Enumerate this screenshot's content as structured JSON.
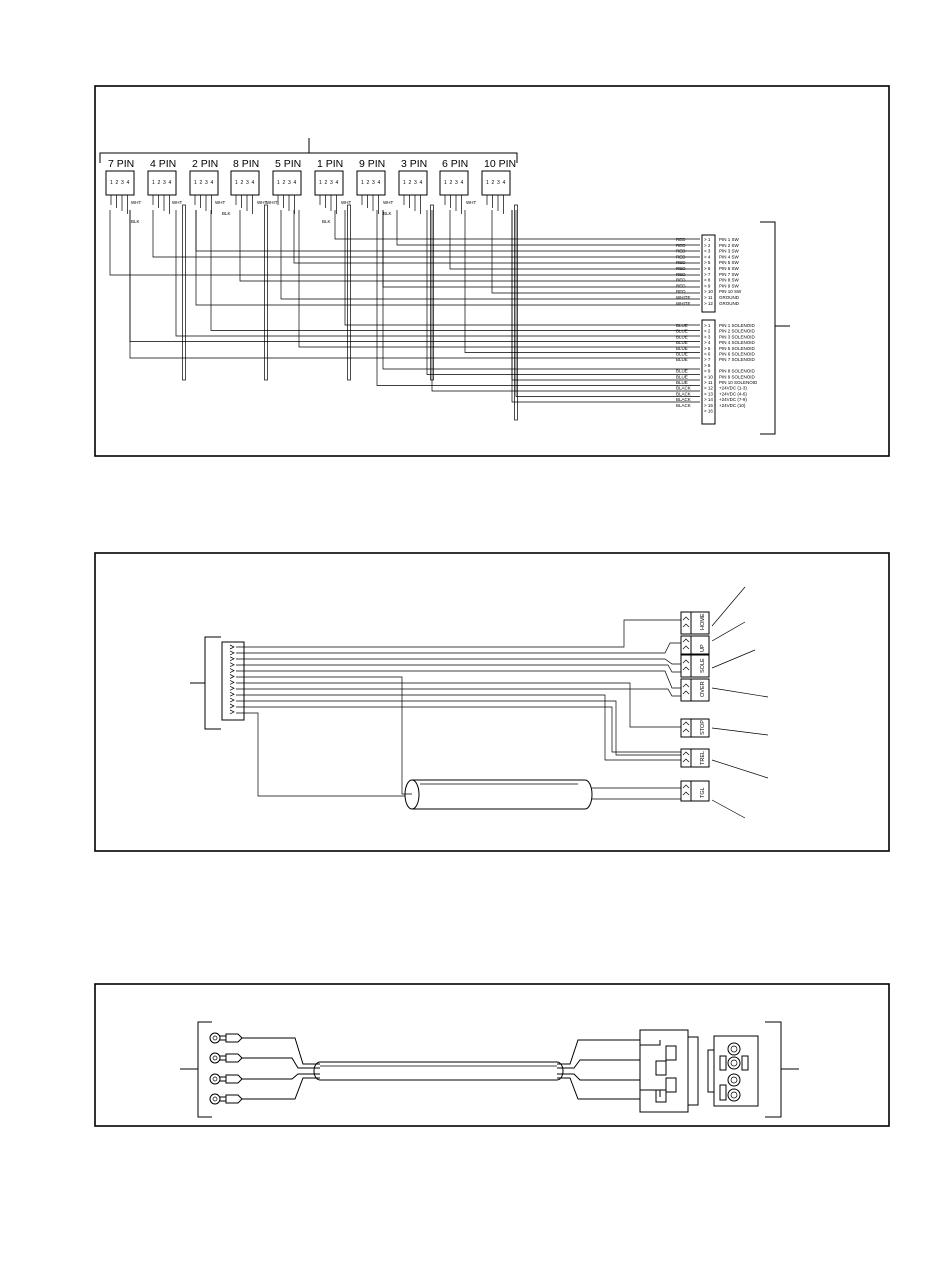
{
  "diagram1": {
    "connectors": [
      "7 PIN",
      "4 PIN",
      "2 PIN",
      "8 PIN",
      "5 PIN",
      "1 PIN",
      "9 PIN",
      "3 PIN",
      "6 PIN",
      "10 PIN"
    ],
    "pin_numbers": [
      "1",
      "2",
      "3",
      "4"
    ],
    "wire_labels": {
      "white": "WHT",
      "black": "BLK",
      "white2": "WHIT"
    },
    "switch_block": {
      "colors": [
        "RED",
        "RED",
        "RED",
        "RED",
        "RED",
        "RED",
        "RED",
        "RED",
        "RED",
        "RED",
        "WHITE",
        "WHITE"
      ],
      "numbers": [
        "1",
        "2",
        "3",
        "4",
        "5",
        "6",
        "7",
        "8",
        "9",
        "10",
        "11",
        "12"
      ],
      "labels": [
        "PIN 1 SW",
        "PIN 2 SW",
        "PIN 3 SW",
        "PIN 4 SW",
        "PIN 5 SW",
        "PIN 6 SW",
        "PIN 7 SW",
        "PIN 8 SW",
        "PIN 9 SW",
        "PIN 10 SW",
        "GROUND",
        "GROUND"
      ]
    },
    "solenoid_block": {
      "colors": [
        "BLUE",
        "BLUE",
        "BLUE",
        "BLUE",
        "BLUE",
        "BLUE",
        "BLUE",
        "",
        "BLUE",
        "BLUE",
        "BLUE",
        "BLACK",
        "BLACK",
        "BLACK",
        "BLACK",
        ""
      ],
      "numbers": [
        "1",
        "2",
        "3",
        "4",
        "5",
        "6",
        "7",
        "8",
        "9",
        "10",
        "11",
        "12",
        "13",
        "14",
        "15",
        "16"
      ],
      "labels": [
        "PIN 1 SOLENOID",
        "PIN 2 SOLENOID",
        "PIN 3 SOLENOID",
        "PIN 4 SOLENOID",
        "PIN 5 SOLENOID",
        "PIN 6 SOLENOID",
        "PIN 7 SOLENOID",
        "",
        "PIN 8 SOLENOID",
        "PIN 9 SOLENOID",
        "PIN 10 SOLENOID",
        "+24VDC (1-3)",
        "+24VDC (4-6)",
        "+24VDC (7-9)",
        "+24VDC (10)",
        ""
      ]
    }
  },
  "diagram2": {
    "connectors": [
      "HOME",
      "UP",
      "SOLE",
      "OVER",
      "STOP",
      "TREL",
      "TGL"
    ]
  }
}
